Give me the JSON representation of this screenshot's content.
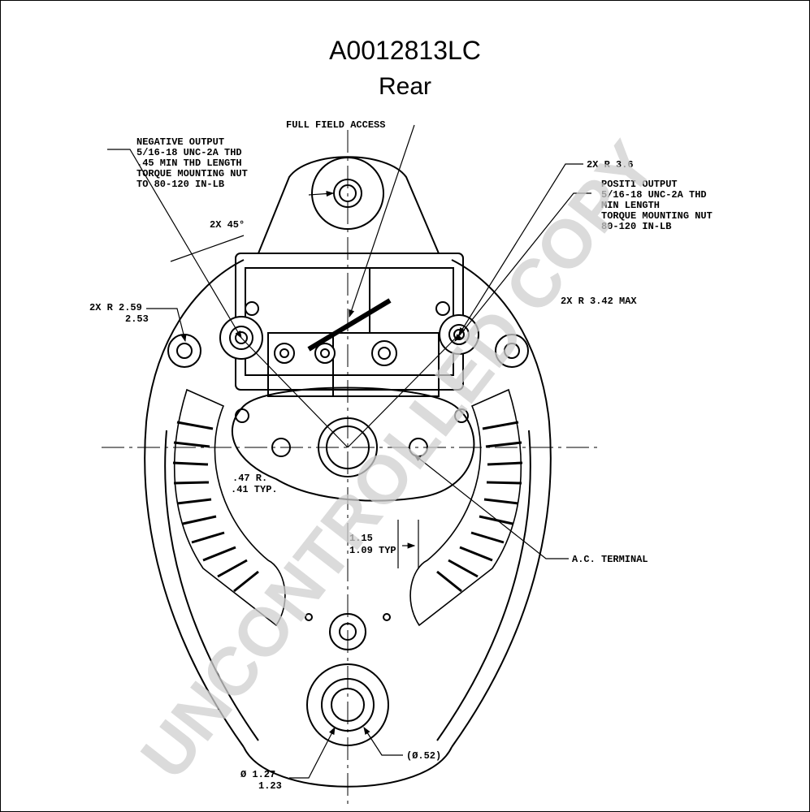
{
  "header": {
    "part_number": "A0012813LC",
    "view": "Rear"
  },
  "callouts": {
    "negative_output": [
      "NEGATIVE OUTPUT",
      "5/16-18 UNC-2A THD",
      ".45 MIN THD LENGTH",
      "TORQUE MOUNTING NUT",
      "TO 80-120 IN-LB"
    ],
    "full_field_access": "FULL FIELD ACCESS",
    "radius_top_right": "2X R 3.6",
    "positive_output": [
      "POSITI   OUTPUT",
      "5/16-18 UNC-2A THD",
      "   MIN     LENGTH",
      "TORQUE MOUNTING NUT",
      "  80-120 IN-LB"
    ],
    "angle": "2X 45°",
    "radius_left": [
      "2X R 2.59",
      "2.53"
    ],
    "radius_right": "2X R 3.42 MAX",
    "slot_radius": [
      ".47 R.",
      ".41 TYP."
    ],
    "slot_width": [
      "1.15",
      "1.09 TYP"
    ],
    "ac_terminal": "A.C. TERMINAL",
    "mount_hole": "(Ø.52)",
    "bottom_diameter": [
      "Ø 1.27",
      "1.23"
    ]
  },
  "watermark": "UNCONTROLLED COPY"
}
